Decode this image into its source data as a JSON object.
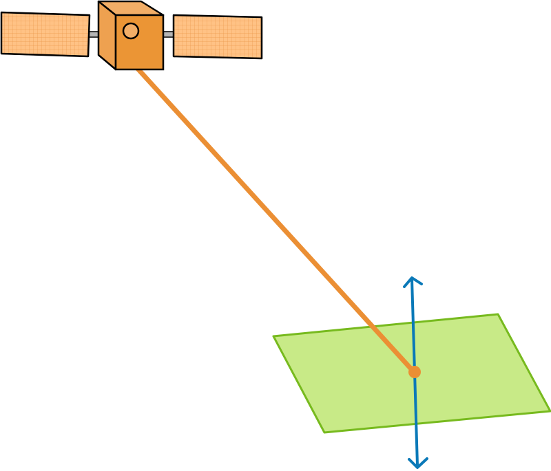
{
  "diagram": {
    "elements": [
      {
        "name": "satellite",
        "icon": "satellite-icon"
      },
      {
        "name": "line-of-sight",
        "color": "#EB8F34"
      },
      {
        "name": "ground-surface-plane",
        "color": "#C8EA87"
      },
      {
        "name": "surface-normal-axis",
        "color": "#0A79B8"
      },
      {
        "name": "target-point",
        "color": "#EB8F34"
      }
    ],
    "colors": {
      "satellite_body": "#EB9535",
      "satellite_body_top": "#F2AE67",
      "panel_fill": "#FFC285",
      "panel_grid": "#EB9A4C",
      "beam": "#EB8F34",
      "plane_fill": "#C8EA87",
      "plane_stroke": "#77BA1E",
      "axis": "#0A79B8",
      "outline": "#000000"
    }
  }
}
